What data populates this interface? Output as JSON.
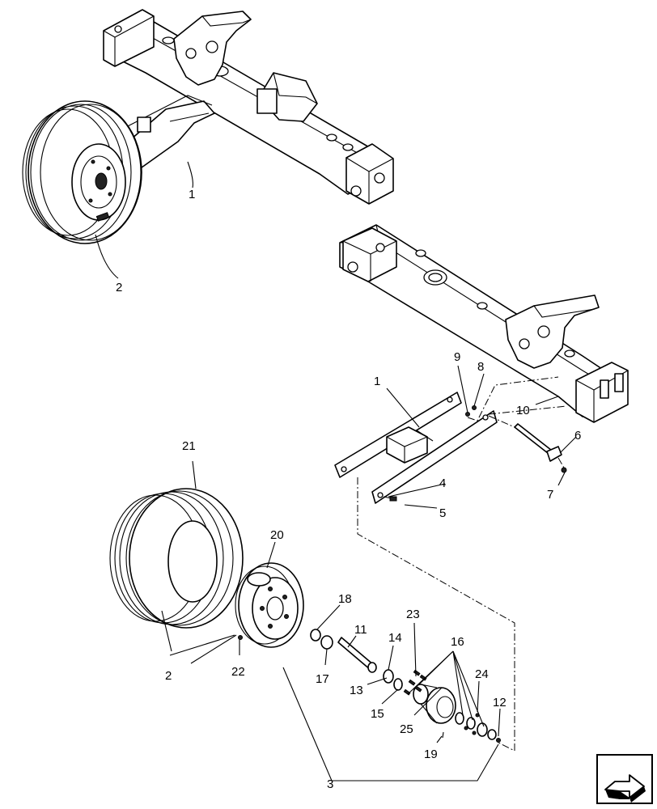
{
  "callouts": {
    "c1_top": "1",
    "c2_top": "2",
    "c1_mid": "1",
    "c9": "9",
    "c8": "8",
    "c10": "10",
    "c6": "6",
    "c7": "7",
    "c4": "4",
    "c5": "5",
    "c21": "21",
    "c20": "20",
    "c2_bottom": "2",
    "c22": "22",
    "c18": "18",
    "c17": "17",
    "c11": "11",
    "c14": "14",
    "c13": "13",
    "c15": "15",
    "c23": "23",
    "c16": "16",
    "c25": "25",
    "c24": "24",
    "c12": "12",
    "c19": "19",
    "c3": "3"
  },
  "icons": {
    "next_page": "arrow-next-page-icon"
  }
}
